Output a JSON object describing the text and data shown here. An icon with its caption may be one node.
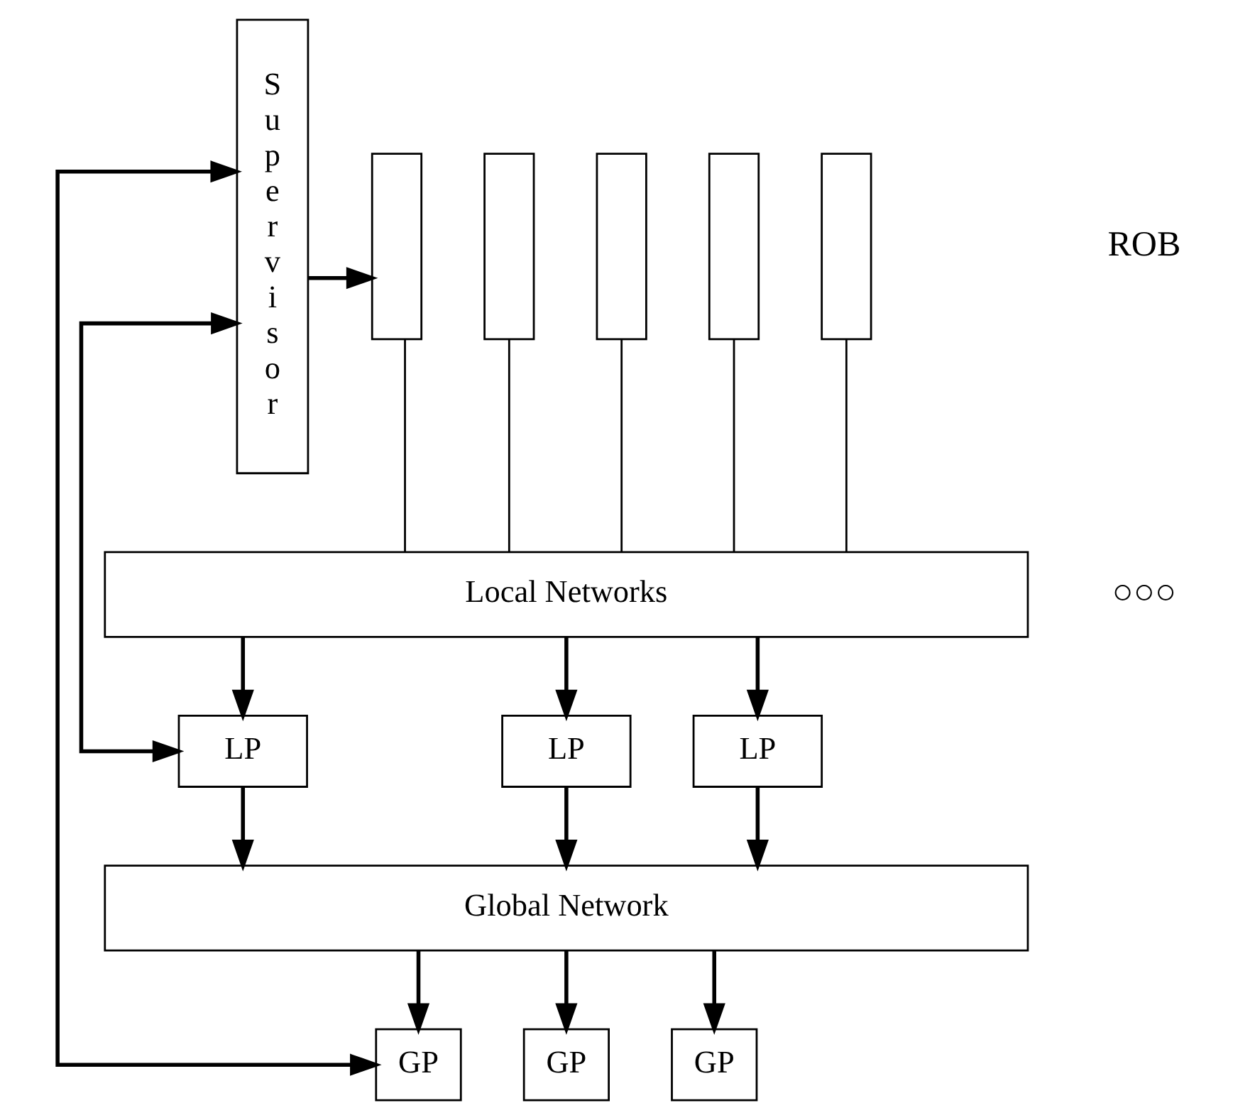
{
  "diagram": {
    "nodes": [
      {
        "text": [
          "Supervisor"
        ]
      },
      {
        "text": [],
        "shape": "box"
      },
      {
        "text": [],
        "shape": "box"
      },
      {
        "text": [],
        "shape": "box"
      },
      {
        "text": [],
        "shape": "box"
      },
      {
        "text": [],
        "shape": "box"
      },
      {
        "text": [
          "Local Networks"
        ]
      },
      {
        "text": [
          "LP"
        ]
      },
      {
        "text": [
          "LP"
        ]
      },
      {
        "text": [
          "LP"
        ]
      },
      {
        "text": [
          "Global Network"
        ]
      },
      {
        "text": [
          "GP"
        ]
      },
      {
        "text": [
          "GP"
        ]
      },
      {
        "text": [
          "GP"
        ]
      }
    ],
    "edges": [
      {
        "from": 0,
        "to": 1,
        "arrow": "to"
      },
      {
        "from": 1,
        "to": 6,
        "arrow": "none"
      },
      {
        "from": 2,
        "to": 6,
        "arrow": "none"
      },
      {
        "from": 3,
        "to": 6,
        "arrow": "none"
      },
      {
        "from": 4,
        "to": 6,
        "arrow": "none"
      },
      {
        "from": 5,
        "to": 6,
        "arrow": "none"
      },
      {
        "from": 6,
        "to": 7,
        "arrow": "to"
      },
      {
        "from": 6,
        "to": 8,
        "arrow": "to"
      },
      {
        "from": 6,
        "to": 9,
        "arrow": "to"
      },
      {
        "from": 0,
        "to": 7,
        "arrow": "both"
      },
      {
        "from": 7,
        "to": 10,
        "arrow": "to"
      },
      {
        "from": 8,
        "to": 10,
        "arrow": "to"
      },
      {
        "from": 9,
        "to": 10,
        "arrow": "to"
      },
      {
        "from": 10,
        "to": 11,
        "arrow": "to"
      },
      {
        "from": 10,
        "to": 12,
        "arrow": "to"
      },
      {
        "from": 10,
        "to": 13,
        "arrow": "to"
      },
      {
        "from": 0,
        "to": 11,
        "arrow": "both"
      }
    ],
    "labels": [
      "ROB",
      "○○○"
    ]
  }
}
